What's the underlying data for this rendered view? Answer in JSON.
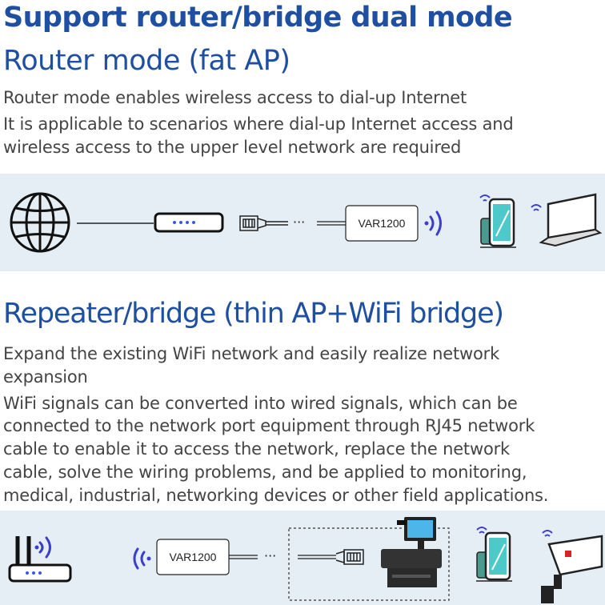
{
  "title": "Support router/bridge dual mode",
  "router_section": {
    "heading": "Router mode (fat AP)",
    "lines": [
      "Router mode enables wireless access to dial-up Internet",
      "It is applicable to scenarios where dial-up Internet access and",
      "wireless access to the upper level network are required"
    ],
    "device_label": "VAR1200"
  },
  "bridge_section": {
    "heading": "Repeater/bridge (thin AP+WiFi bridge)",
    "lines": [
      "Expand the existing WiFi network and easily realize network",
      "expansion",
      "WiFi signals can be converted into wired signals, which can be",
      "connected to the network port equipment through RJ45 network",
      "cable to enable it to access the network, replace the network",
      "cable, solve the wiring problems, and be applied to monitoring,",
      "medical, industrial, networking devices or other field applications."
    ],
    "device_label": "VAR1200"
  },
  "icons": [
    "globe-icon",
    "router-icon",
    "rj45-plug-icon",
    "wifi-signal-icon",
    "smartphone-icon",
    "laptop-icon",
    "pos-terminal-icon",
    "security-camera-icon"
  ],
  "colors": {
    "heading": "#1e4fa0",
    "band": "#e6eef5",
    "accent": "#3b3ec8",
    "screen": "#4dc9c9"
  }
}
